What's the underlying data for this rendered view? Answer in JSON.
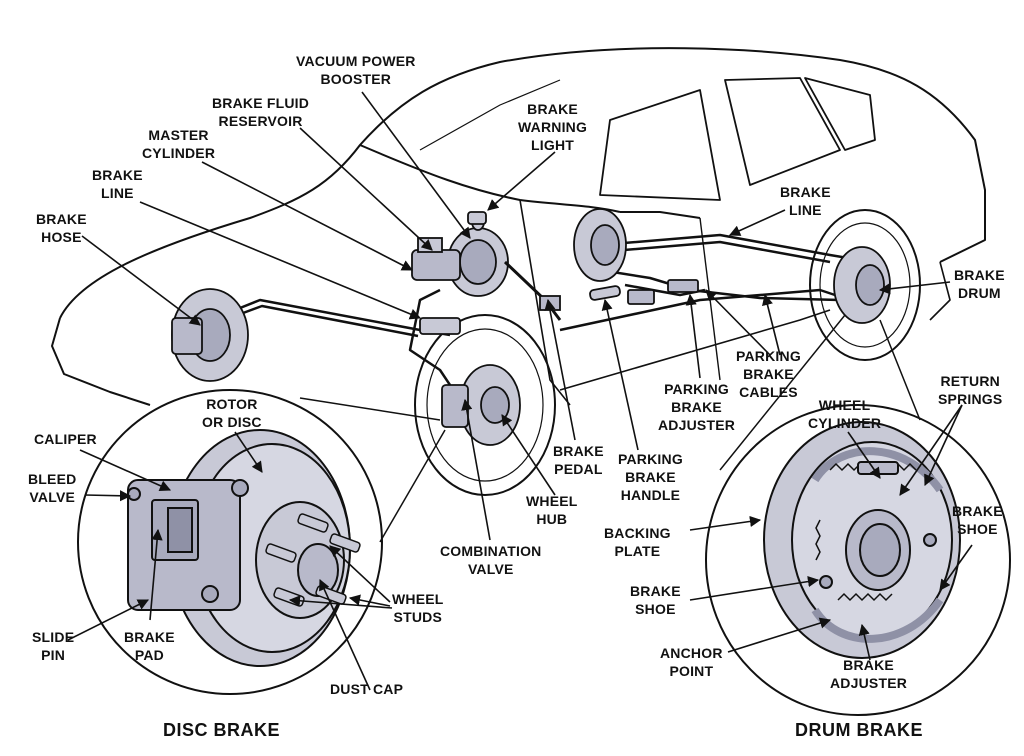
{
  "colors": {
    "ink": "#111111",
    "part_fill": "#c8c9d6",
    "part_shade": "#a8aabd",
    "background": "#ffffff"
  },
  "labels": {
    "vacuum_power_booster": "VACUUM POWER\nBOOSTER",
    "brake_fluid_reservoir": "BRAKE FLUID\nRESERVOIR",
    "master_cylinder": "MASTER\nCYLINDER",
    "brake_line_front": "BRAKE\nLINE",
    "brake_hose": "BRAKE\nHOSE",
    "brake_warning_light": "BRAKE\nWARNING\nLIGHT",
    "brake_line_rear": "BRAKE\nLINE",
    "brake_drum": "BRAKE\nDRUM",
    "parking_brake_cables": "PARKING\nBRAKE\nCABLES",
    "parking_brake_adjuster": "PARKING\nBRAKE\nADJUSTER",
    "brake_pedal": "BRAKE\nPEDAL",
    "parking_brake_handle": "PARKING\nBRAKE\nHANDLE",
    "wheel_hub": "WHEEL\nHUB",
    "combination_valve": "COMBINATION\nVALVE",
    "rotor_or_disc": "ROTOR\nOR DISC",
    "caliper": "CALIPER",
    "bleed_valve": "BLEED\nVALVE",
    "slide_pin": "SLIDE\nPIN",
    "brake_pad": "BRAKE\nPAD",
    "wheel_studs": "WHEEL\nSTUDS",
    "dust_cap": "DUST CAP",
    "wheel_cylinder": "WHEEL\nCYLINDER",
    "return_springs": "RETURN\nSPRINGS",
    "brake_shoe_right": "BRAKE\nSHOE",
    "backing_plate": "BACKING\nPLATE",
    "brake_shoe_left": "BRAKE\nSHOE",
    "anchor_point": "ANCHOR\nPOINT",
    "brake_adjuster": "BRAKE\nADJUSTER"
  },
  "titles": {
    "disc_brake": "DISC BRAKE",
    "drum_brake": "DRUM BRAKE"
  }
}
